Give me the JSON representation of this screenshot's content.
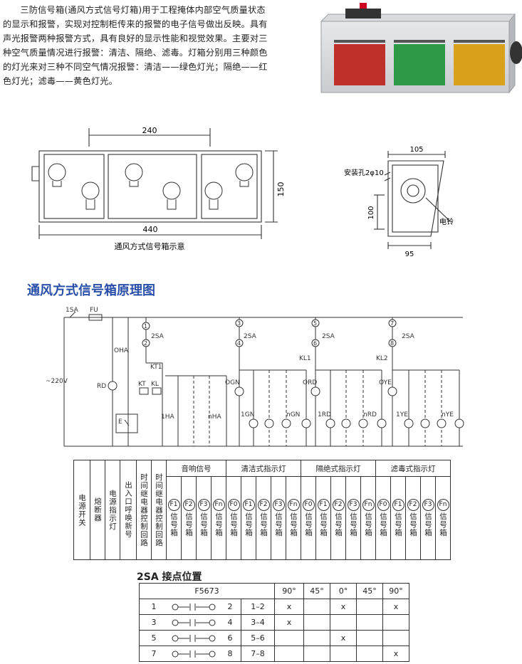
{
  "intro_text": "三防信号箱(通风方式信号灯箱)用于工程掩体内部空气质量状态的显示和报警，实现对控制柜传来的报警的电子信号做出反映。具有声光报警两种报警方式，具有良好的显示性能和视觉效果。主要对三种空气质量情况进行报警：清洁、隔绝、滤毒。灯箱分别用三种颜色的灯光来对三种不同空气情况报警：清洁——绿色灯光；隔绝——红色灯光；滤毒——黄色灯光。",
  "photo": {
    "lamp_colors": [
      "#c0302b",
      "#2e9a48",
      "#d8a21c"
    ]
  },
  "drawing": {
    "dim_240": "240",
    "dim_440": "440",
    "dim_150": "150",
    "caption": "通风方式信号箱示意",
    "dim_105": "105",
    "dim_100": "100",
    "dim_95": "95",
    "mount_hole": "安装孔2φ10",
    "bell": "电铃"
  },
  "schematic_title": "通风方式信号箱原理图",
  "schematic": {
    "switch": "1SA",
    "fuse": "FU",
    "voltage": "~220V",
    "rd": "RD",
    "oha": "OHA",
    "sa2": "2SA",
    "kt1": "KT1",
    "kt": "KT",
    "kl": "KL",
    "e": "E",
    "ha1": "1HA",
    "han": "nHA",
    "ogn": "OGN",
    "gn1": "1GN",
    "gnn": "nGN",
    "kl1": "KL1",
    "ord": "ORD",
    "rd1": "1RD",
    "rdn": "nRD",
    "kl2": "KL2",
    "oye": "OYE",
    "ye1": "1YE",
    "yen": "nYE",
    "nodes": [
      "1",
      "2",
      "3",
      "4",
      "5",
      "6",
      "7",
      "8"
    ]
  },
  "legend": {
    "col_power_switch": "电源开关",
    "col_fuse": "熔断器",
    "col_power_lamp": "电源指示灯",
    "col_call": "出入口呼唤新号",
    "col_relay1": "时间继电器控制回路",
    "col_relay2": "时间继电器控制回路",
    "grp_sound": "音响信号",
    "grp_clean": "清洁式指示灯",
    "grp_isolate": "隔绝式指示灯",
    "grp_filter": "滤毒式指示灯",
    "box_label": "信号箱",
    "sound_codes": [
      "F1",
      "F2",
      "F3",
      "Fn"
    ],
    "lamp_codes": [
      "F0",
      "F1",
      "F2",
      "F3",
      "Fn"
    ]
  },
  "positions_title": "2SA 接点位置",
  "positions": {
    "model": "F5673",
    "angles": [
      "90°",
      "45°",
      "0°",
      "45°",
      "90°"
    ],
    "rows": [
      {
        "left": "1",
        "right": "2",
        "pair": "1–2",
        "marks": [
          "x",
          "",
          "x",
          "",
          "x"
        ]
      },
      {
        "left": "3",
        "right": "4",
        "pair": "3–4",
        "marks": [
          "x",
          "",
          "",
          "",
          ""
        ]
      },
      {
        "left": "5",
        "right": "6",
        "pair": "5–6",
        "marks": [
          "",
          "",
          "x",
          "",
          ""
        ]
      },
      {
        "left": "7",
        "right": "8",
        "pair": "7–8",
        "marks": [
          "",
          "",
          "",
          "",
          "x"
        ]
      }
    ]
  }
}
